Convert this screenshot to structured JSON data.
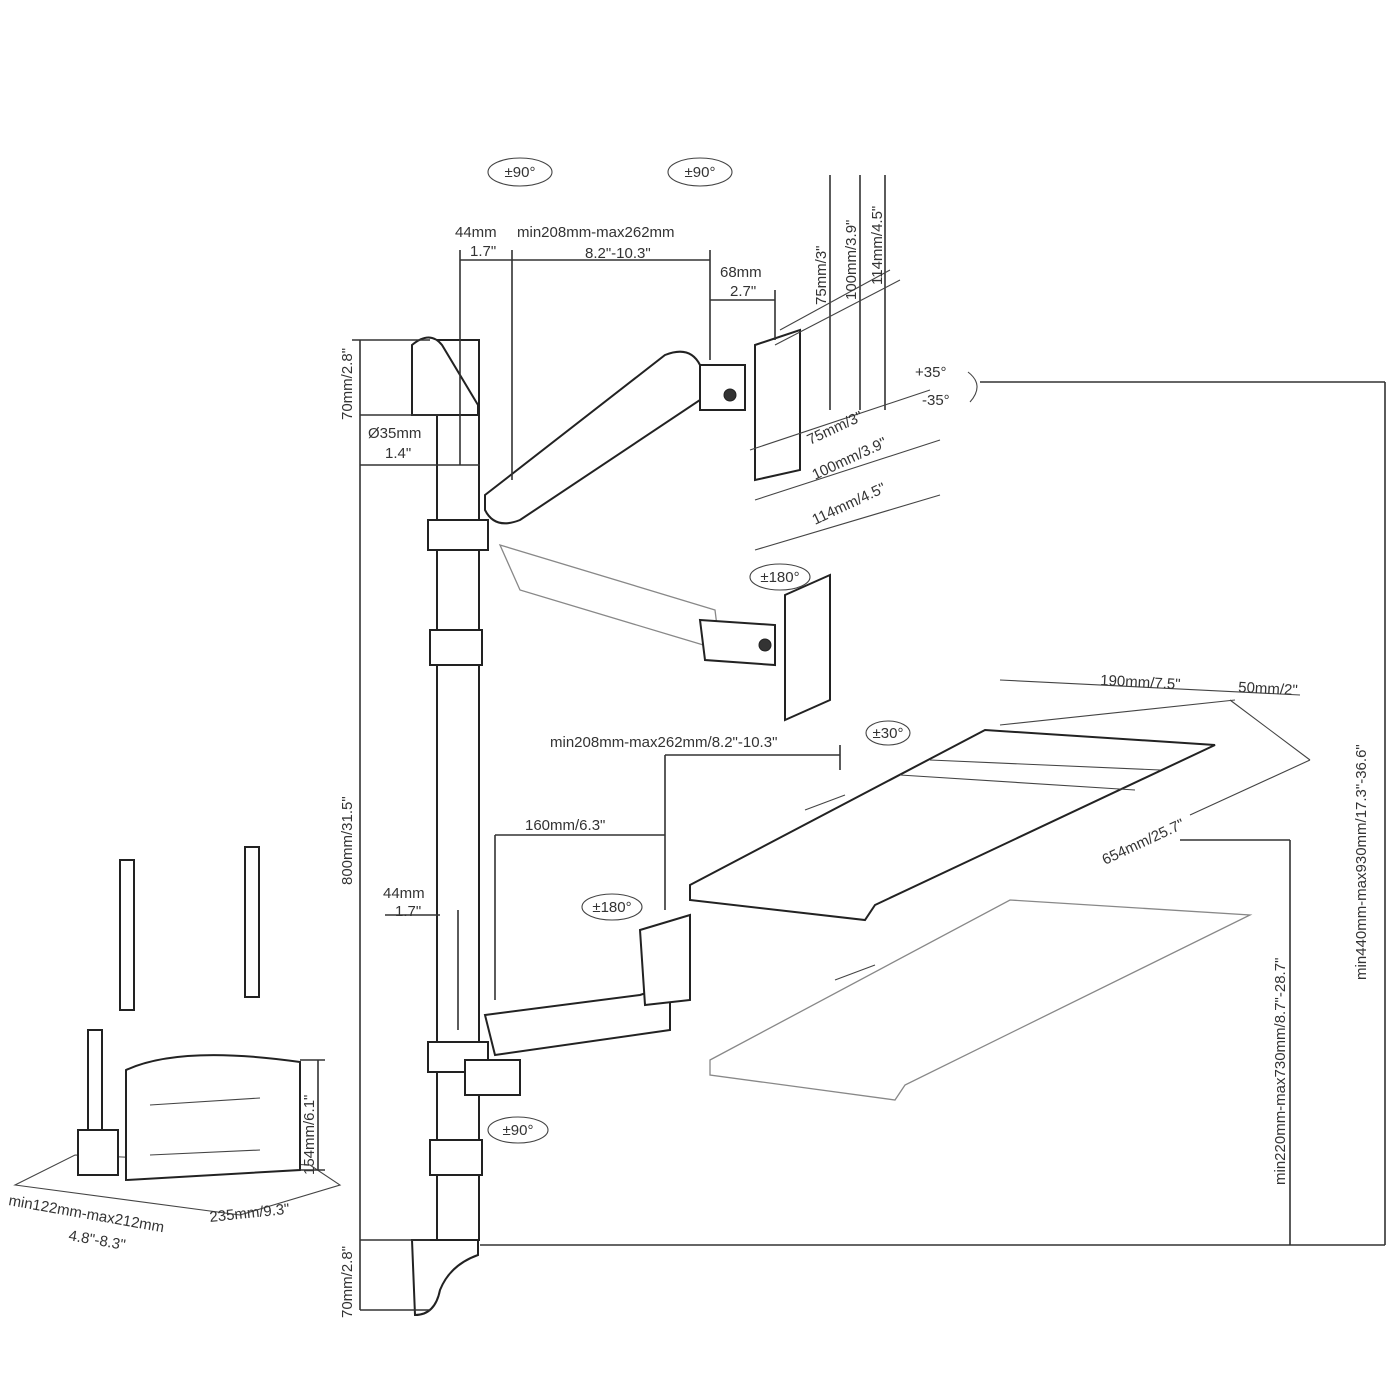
{
  "title": "Pole-mounted monitor arm and keyboard tray dimension drawing",
  "labels": {
    "rot_top_left": "±90°",
    "rot_top_right": "±90°",
    "arm_offset_mm": "44mm",
    "arm_reach_mm": "min208mm-max262mm",
    "arm_offset_in": "1.7\"",
    "arm_reach_in": "8.2\"-10.3\"",
    "head_mm": "68mm",
    "head_in": "2.7\"",
    "vesa_v_75": "75mm/3\"",
    "vesa_v_100": "100mm/3.9\"",
    "vesa_v_114": "114mm/4.5\"",
    "vesa_h_75": "75mm/3\"",
    "vesa_h_100": "100mm/3.9\"",
    "vesa_h_114": "114mm/4.5\"",
    "tilt_up": "+35°",
    "tilt_down": "-35°",
    "top_clamp_height": "70mm/2.8\"",
    "pole_diameter_mm": "Ø35mm",
    "pole_diameter_in": "1.4\"",
    "rot_swivel_monitor": "±180°",
    "tray_depth": "190mm/7.5\"",
    "tray_lip": "50mm/2\"",
    "tray_arm_reach": "min208mm-max262mm/8.2\"-10.3\"",
    "tray_tilt": "±30°",
    "tray_arm_inner": "160mm/6.3\"",
    "tray_width": "654mm/25.7\"",
    "lower_offset_mm": "44mm",
    "lower_offset_in": "1.7\"",
    "rot_swivel_tray": "±180°",
    "pole_height": "800mm/31.5\"",
    "monitor_height_range": "min440mm-max930mm/17.3\"-36.6\"",
    "tray_height_range": "min220mm-max730mm/8.7\"-28.7\"",
    "rot_lower": "±90°",
    "cpu_holder_height": "154mm/6.1\"",
    "cpu_holder_length": "235mm/9.3\"",
    "cpu_holder_width_mm": "min122mm-max212mm",
    "cpu_holder_width_in": "4.8\"-8.3\"",
    "bottom_clamp_height": "70mm/2.8\""
  }
}
